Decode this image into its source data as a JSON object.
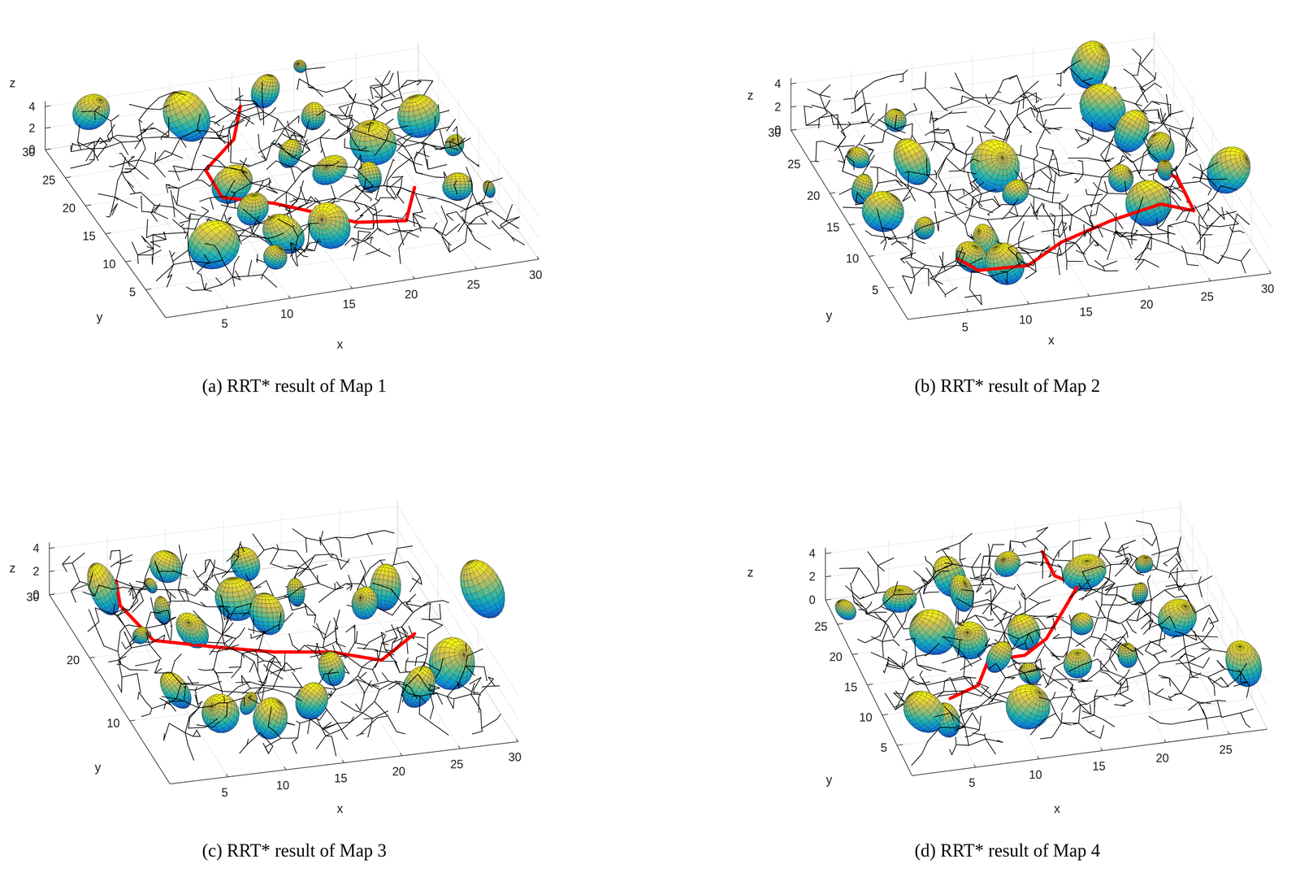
{
  "diagram": {
    "labels": [
      "z",
      "4",
      "2",
      "0",
      "30",
      "25",
      "20",
      "15",
      "10",
      "5",
      "y",
      "5",
      "10",
      "15",
      "20",
      "25",
      "30",
      "x",
      "(a) RRT* result of Map 1",
      "z",
      "4",
      "2",
      "0",
      "30",
      "25",
      "20",
      "15",
      "10",
      "5",
      "y",
      "5",
      "10",
      "15",
      "20",
      "25",
      "30",
      "x",
      "(b) RRT* result of Map 2",
      "z",
      "4",
      "2",
      "0",
      "30",
      "20",
      "10",
      "y",
      "5",
      "10",
      "15",
      "20",
      "25",
      "30",
      "x",
      "(c) RRT* result of Map 3",
      "z",
      "4",
      "2",
      "0",
      "25",
      "20",
      "15",
      "10",
      "5",
      "y",
      "5",
      "10",
      "15",
      "20",
      "25",
      "x",
      "(d) RRT* result of Map 4"
    ]
  }
}
